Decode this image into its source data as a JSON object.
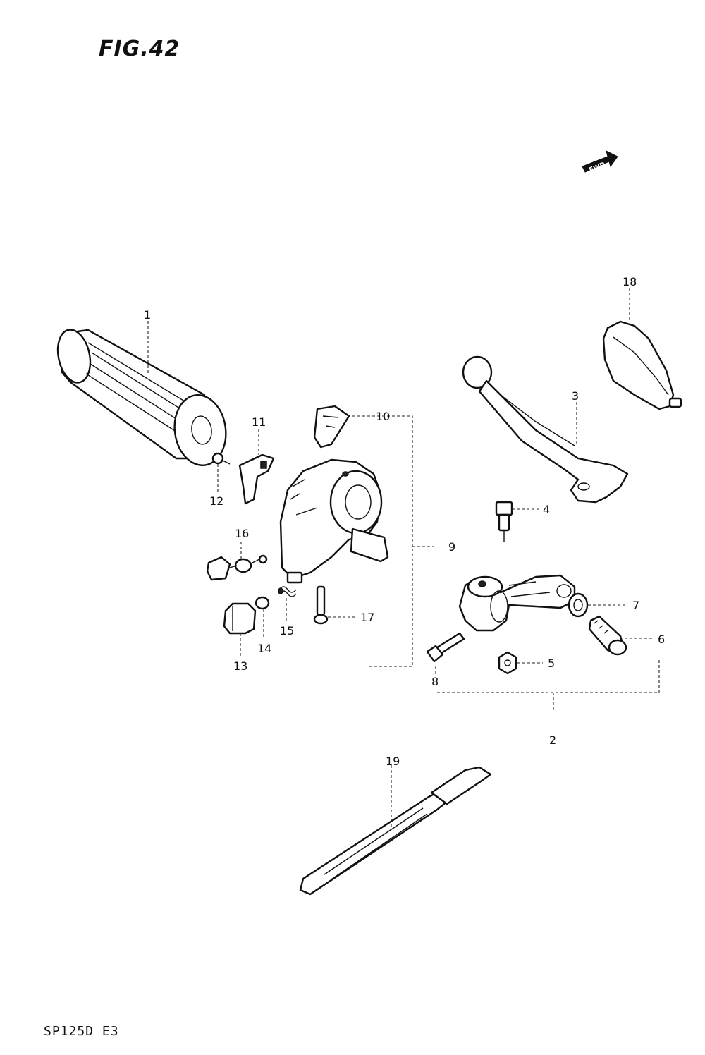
{
  "figure": {
    "title": "FIG.42",
    "footer": "SP125D E3",
    "fwd_label": "FWD"
  },
  "callouts": [
    {
      "id": "1",
      "text": "1"
    },
    {
      "id": "2",
      "text": "2"
    },
    {
      "id": "3",
      "text": "3"
    },
    {
      "id": "4",
      "text": "4"
    },
    {
      "id": "5",
      "text": "5"
    },
    {
      "id": "6",
      "text": "6"
    },
    {
      "id": "7",
      "text": "7"
    },
    {
      "id": "8",
      "text": "8"
    },
    {
      "id": "9",
      "text": "9"
    },
    {
      "id": "10",
      "text": "10"
    },
    {
      "id": "11",
      "text": "11"
    },
    {
      "id": "12",
      "text": "12"
    },
    {
      "id": "13",
      "text": "13"
    },
    {
      "id": "14",
      "text": "14"
    },
    {
      "id": "15",
      "text": "15"
    },
    {
      "id": "16",
      "text": "16"
    },
    {
      "id": "17",
      "text": "17"
    },
    {
      "id": "18",
      "text": "18"
    },
    {
      "id": "19",
      "text": "19"
    }
  ]
}
